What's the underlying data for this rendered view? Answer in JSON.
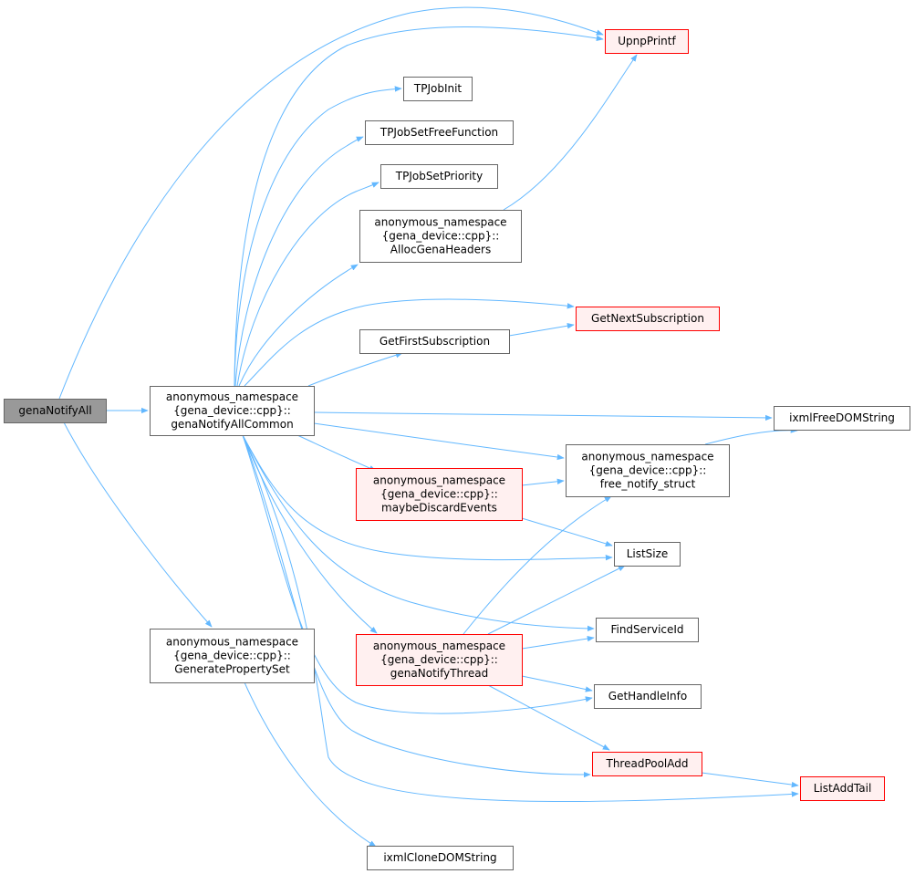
{
  "colors": {
    "edge": "#63b8ff",
    "node_border": "#666666",
    "node_fill": "#ffffff",
    "root_fill": "#999999",
    "root_border": "#666666",
    "truncated_border": "#ff0000",
    "truncated_fill": "#fff0f0"
  },
  "nodes": {
    "genaNotifyAll": {
      "lines": [
        "genaNotifyAll"
      ],
      "style": "root"
    },
    "genaNotifyAllCommon": {
      "lines": [
        "anonymous_namespace",
        "{gena_device::cpp}::",
        "genaNotifyAllCommon"
      ],
      "style": "normal"
    },
    "GeneratePropertySet": {
      "lines": [
        "anonymous_namespace",
        "{gena_device::cpp}::",
        "GeneratePropertySet"
      ],
      "style": "normal"
    },
    "UpnpPrintf": {
      "lines": [
        "UpnpPrintf"
      ],
      "style": "truncated"
    },
    "TPJobInit": {
      "lines": [
        "TPJobInit"
      ],
      "style": "normal"
    },
    "TPJobSetFreeFunction": {
      "lines": [
        "TPJobSetFreeFunction"
      ],
      "style": "normal"
    },
    "TPJobSetPriority": {
      "lines": [
        "TPJobSetPriority"
      ],
      "style": "normal"
    },
    "AllocGenaHeaders": {
      "lines": [
        "anonymous_namespace",
        "{gena_device::cpp}::",
        "AllocGenaHeaders"
      ],
      "style": "normal"
    },
    "GetNextSubscription": {
      "lines": [
        "GetNextSubscription"
      ],
      "style": "truncated"
    },
    "GetFirstSubscription": {
      "lines": [
        "GetFirstSubscription"
      ],
      "style": "normal"
    },
    "ixmlFreeDOMString": {
      "lines": [
        "ixmlFreeDOMString"
      ],
      "style": "normal"
    },
    "free_notify_struct": {
      "lines": [
        "anonymous_namespace",
        "{gena_device::cpp}::",
        "free_notify_struct"
      ],
      "style": "normal"
    },
    "maybeDiscardEvents": {
      "lines": [
        "anonymous_namespace",
        "{gena_device::cpp}::",
        "maybeDiscardEvents"
      ],
      "style": "truncated"
    },
    "ListSize": {
      "lines": [
        "ListSize"
      ],
      "style": "normal"
    },
    "FindServiceId": {
      "lines": [
        "FindServiceId"
      ],
      "style": "normal"
    },
    "genaNotifyThread": {
      "lines": [
        "anonymous_namespace",
        "{gena_device::cpp}::",
        "genaNotifyThread"
      ],
      "style": "truncated"
    },
    "GetHandleInfo": {
      "lines": [
        "GetHandleInfo"
      ],
      "style": "normal"
    },
    "ThreadPoolAdd": {
      "lines": [
        "ThreadPoolAdd"
      ],
      "style": "truncated"
    },
    "ListAddTail": {
      "lines": [
        "ListAddTail"
      ],
      "style": "truncated"
    },
    "ixmlCloneDOMString": {
      "lines": [
        "ixmlCloneDOMString"
      ],
      "style": "normal"
    }
  },
  "edges": [
    [
      "genaNotifyAll",
      "UpnpPrintf"
    ],
    [
      "genaNotifyAll",
      "genaNotifyAllCommon"
    ],
    [
      "genaNotifyAll",
      "GeneratePropertySet"
    ],
    [
      "genaNotifyAllCommon",
      "UpnpPrintf"
    ],
    [
      "genaNotifyAllCommon",
      "TPJobInit"
    ],
    [
      "genaNotifyAllCommon",
      "TPJobSetFreeFunction"
    ],
    [
      "genaNotifyAllCommon",
      "TPJobSetPriority"
    ],
    [
      "genaNotifyAllCommon",
      "AllocGenaHeaders"
    ],
    [
      "genaNotifyAllCommon",
      "GetNextSubscription"
    ],
    [
      "genaNotifyAllCommon",
      "GetFirstSubscription"
    ],
    [
      "genaNotifyAllCommon",
      "ixmlFreeDOMString"
    ],
    [
      "genaNotifyAllCommon",
      "free_notify_struct"
    ],
    [
      "genaNotifyAllCommon",
      "maybeDiscardEvents"
    ],
    [
      "genaNotifyAllCommon",
      "ListSize"
    ],
    [
      "genaNotifyAllCommon",
      "FindServiceId"
    ],
    [
      "genaNotifyAllCommon",
      "genaNotifyThread"
    ],
    [
      "genaNotifyAllCommon",
      "GetHandleInfo"
    ],
    [
      "genaNotifyAllCommon",
      "ThreadPoolAdd"
    ],
    [
      "genaNotifyAllCommon",
      "ListAddTail"
    ],
    [
      "AllocGenaHeaders",
      "UpnpPrintf"
    ],
    [
      "GetFirstSubscription",
      "GetNextSubscription"
    ],
    [
      "free_notify_struct",
      "ixmlFreeDOMString"
    ],
    [
      "maybeDiscardEvents",
      "free_notify_struct"
    ],
    [
      "maybeDiscardEvents",
      "ListSize"
    ],
    [
      "genaNotifyThread",
      "free_notify_struct"
    ],
    [
      "genaNotifyThread",
      "ListSize"
    ],
    [
      "genaNotifyThread",
      "FindServiceId"
    ],
    [
      "genaNotifyThread",
      "GetHandleInfo"
    ],
    [
      "genaNotifyThread",
      "ThreadPoolAdd"
    ],
    [
      "ThreadPoolAdd",
      "ListAddTail"
    ],
    [
      "GeneratePropertySet",
      "ixmlCloneDOMString"
    ]
  ]
}
